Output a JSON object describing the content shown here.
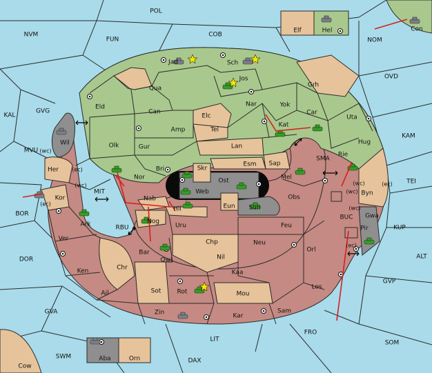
{
  "colors": {
    "sea": "#a9dbea",
    "green": "#a9c88d",
    "tan": "#e6c39a",
    "red": "#c58a83",
    "grey": "#8f8f8f",
    "black": "#0a0a0a",
    "order": "#d61f1f",
    "unit": "#3a9a2a"
  },
  "icons": {
    "supply_center": "supply-center-icon",
    "unit": "tank-icon",
    "star": "star-icon",
    "convoy": "convoy-arrow-icon"
  },
  "sea_labels": [
    "POL",
    "NVM",
    "FUN",
    "COB",
    "NOM",
    "OVD",
    "KAL",
    "GVG",
    "KAM",
    "MVU",
    "SMA",
    "TEI",
    "BOR",
    "MIT",
    "KUP",
    "BUC",
    "ALT",
    "DOR",
    "RBU",
    "GVP",
    "GVA",
    "LIT",
    "FRO",
    "SOM",
    "SWM",
    "DAX"
  ],
  "coast_labels": [
    "(wc)",
    "(ec)",
    "(wc)",
    "(ec)",
    "(wc)",
    "(ec)",
    "(wc)",
    "(wc)",
    "(ec)"
  ],
  "green_provinces": [
    "Jad",
    "Sch",
    "Qua",
    "Jos",
    "Grh",
    "Eld",
    "Can",
    "Elc",
    "Nar",
    "Yok",
    "Car",
    "Uta",
    "Kat",
    "Amp",
    "Tel",
    "Olk",
    "Gur",
    "Lan",
    "Hug",
    "Rie",
    "Bri",
    "Nor",
    "Sap",
    "Esm",
    "Wil",
    "Gaw"
  ],
  "tan_provinces": [
    "Elf",
    "Hel",
    "Her",
    "Skr",
    "Ost",
    "Web",
    "Nab",
    "Eun",
    "Hil",
    "Nog",
    "Sun",
    "Mel",
    "Obs",
    "Kor",
    "Ark",
    "Byn",
    "Gwa",
    "Pir",
    "Uru",
    "Feu",
    "Ver",
    "Chp",
    "Neu",
    "Orl",
    "Bar",
    "Qwi",
    "Nil",
    "Ken",
    "Chr",
    "Kaa",
    "Los",
    "Ail",
    "Sot",
    "Rot",
    "Mou",
    "Zin",
    "Kar",
    "Sam",
    "Aba",
    "Orn",
    "Con",
    "Cow"
  ]
}
